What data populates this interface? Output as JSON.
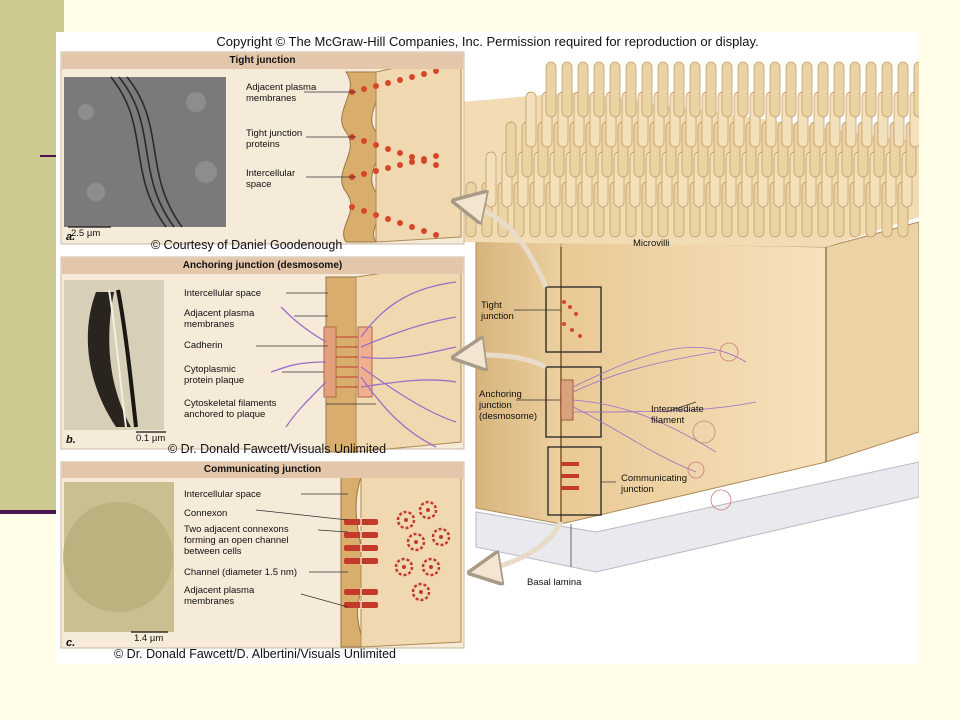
{
  "slide": {
    "sidebar_color": "#cdc991",
    "rule_color": "#4a1450",
    "background": "#fffde8"
  },
  "figure": {
    "copyright": "Copyright © The McGraw-Hill Companies, Inc. Permission required for reproduction or display.",
    "panels": {
      "tight": {
        "title": "Tight junction",
        "letter": "a.",
        "scale": "2.5 µm",
        "credit": "© Courtesy of Daniel Goodenough",
        "labels": [
          "Adjacent plasma\nmembranes",
          "Tight junction\nproteins",
          "Intercellular\nspace"
        ]
      },
      "anchoring": {
        "title": "Anchoring junction (desmosome)",
        "letter": "b.",
        "scale": "0.1 µm",
        "credit": "© Dr. Donald Fawcett/Visuals Unlimited",
        "labels": [
          "Intercellular space",
          "Adjacent plasma\nmembranes",
          "Cadherin",
          "Cytoplasmic\nprotein plaque",
          "Cytoskeletal filaments\nanchored to plaque"
        ]
      },
      "communicating": {
        "title": "Communicating junction",
        "letter": "c.",
        "scale": "1.4 µm",
        "credit": "© Dr. Donald Fawcett/D. Albertini/Visuals Unlimited",
        "labels": [
          "Intercellular space",
          "Connexon",
          "Two adjacent connexons\nforming an open channel\nbetween cells",
          "Channel (diameter 1.5 nm)",
          "Adjacent plasma\nmembranes"
        ]
      }
    },
    "cell_labels": {
      "microvilli": "Microvilli",
      "tight_junction": "Tight\njunction",
      "anchoring_junction": "Anchoring\njunction\n(desmosome)",
      "intermediate_filament": "Intermediate\nfilament",
      "communicating_junction": "Communicating\njunction",
      "basal_lamina": "Basal lamina"
    },
    "colors": {
      "cell": "#f0d7a6",
      "cell_dark": "#c9a36a",
      "protein": "#d8462a",
      "filament": "#9a70c8",
      "panel_bg": "#f6ead8",
      "header": "#e4c6aa"
    }
  }
}
